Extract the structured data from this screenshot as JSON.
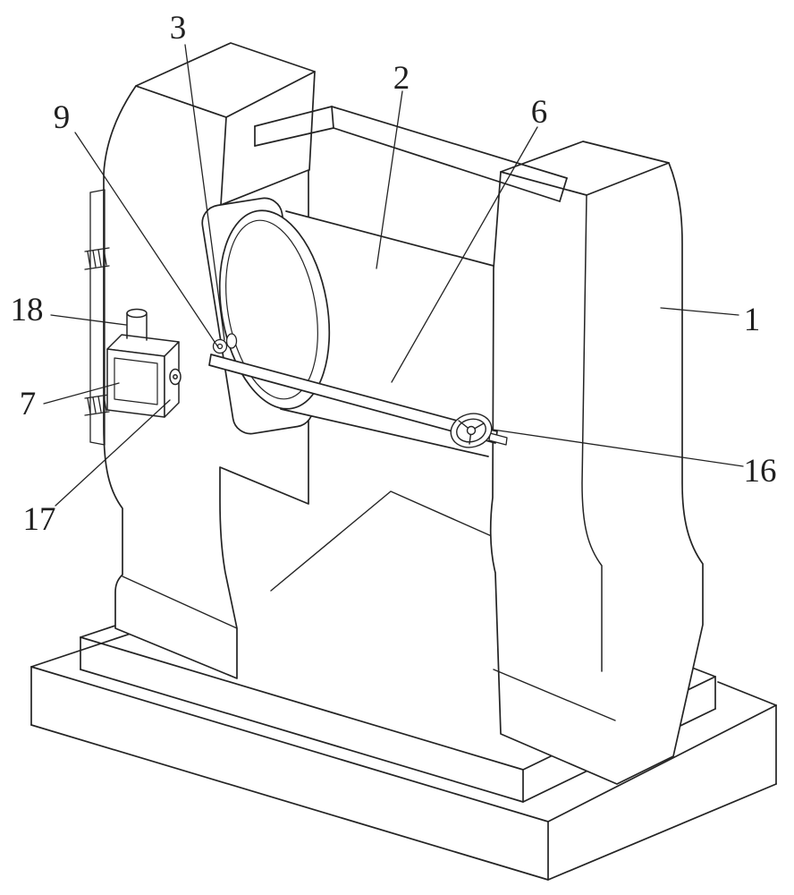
{
  "figure": {
    "type": "patent-technical-line-drawing",
    "description": "isometric machine drawing with numbered part callouts",
    "background_color": "#ffffff",
    "line_color": "#232323",
    "callouts": [
      {
        "id": "part-1",
        "text": "1"
      },
      {
        "id": "part-2",
        "text": "2"
      },
      {
        "id": "part-3",
        "text": "3"
      },
      {
        "id": "part-6",
        "text": "6"
      },
      {
        "id": "part-7",
        "text": "7"
      },
      {
        "id": "part-9",
        "text": "9"
      },
      {
        "id": "part-16",
        "text": "16"
      },
      {
        "id": "part-17",
        "text": "17"
      },
      {
        "id": "part-18",
        "text": "18"
      }
    ]
  }
}
